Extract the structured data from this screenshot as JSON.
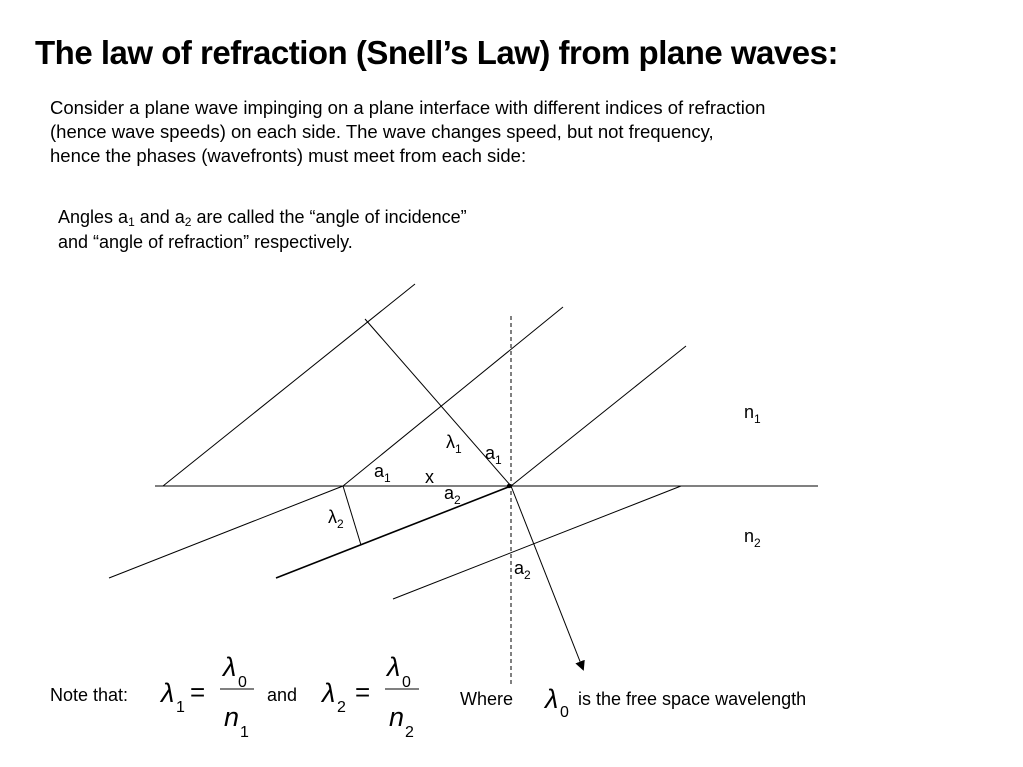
{
  "slide": {
    "title": "The law of refraction (Snell’s Law) from plane waves:",
    "intro_lines": [
      "Consider a plane wave impinging on a plane interface with different indices of refraction",
      "(hence wave speeds) on each side.  The wave changes speed, but not frequency,",
      "hence the phases (wavefronts) must meet from each side:"
    ],
    "angles_text": {
      "line1_part1": "Angles a",
      "sub1": "1",
      "line1_part2": " and a",
      "sub2": "2",
      "line1_part3": " are called the “angle of incidence”",
      "line2": "and “angle of refraction” respectively."
    }
  },
  "diagram": {
    "labels": {
      "n1_base": "n",
      "n1_sub": "1",
      "n2_base": "n",
      "n2_sub": "2",
      "lambda1_base": "λ",
      "lambda1_sub": "1",
      "lambda2_base": "λ",
      "lambda2_sub": "2",
      "a1_right_base": "a",
      "a1_right_sub": "1",
      "a1_left_base": "a",
      "a1_left_sub": "1",
      "a2_mid_base": "a",
      "a2_mid_sub": "2",
      "a2_low_base": "a",
      "a2_low_sub": "2",
      "x": "x"
    }
  },
  "equations": {
    "note_label": "Note that:",
    "and_label": "and",
    "where_label": "Where",
    "free_label": "is the free space wavelength",
    "lambda": "λ",
    "equals": "=",
    "n": "n",
    "sub_0": "0",
    "sub_1": "1",
    "sub_2": "2"
  }
}
